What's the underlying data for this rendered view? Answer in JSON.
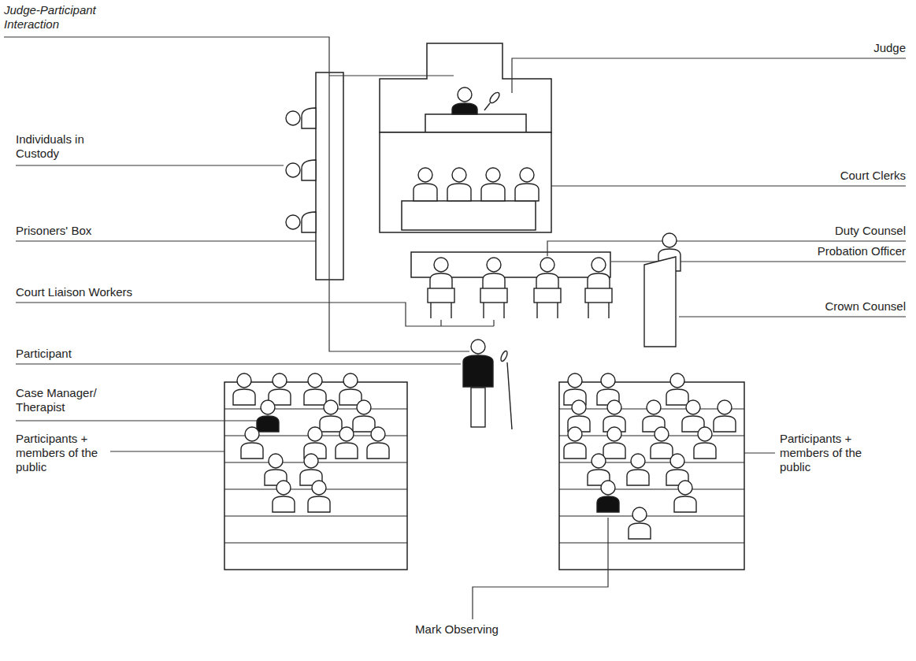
{
  "diagram": {
    "labels": [
      "Judge-Participant Interaction",
      "Judge",
      "Individuals in Custody",
      "Court Clerks",
      "Prisoners' Box",
      "Duty Counsel",
      "Probation Officer",
      "Court Liaison Workers",
      "Crown Counsel",
      "Participant",
      "Case Manager/ Therapist",
      "Participants + members of the public",
      "Participants + members of the public",
      "Mark Observing"
    ]
  }
}
